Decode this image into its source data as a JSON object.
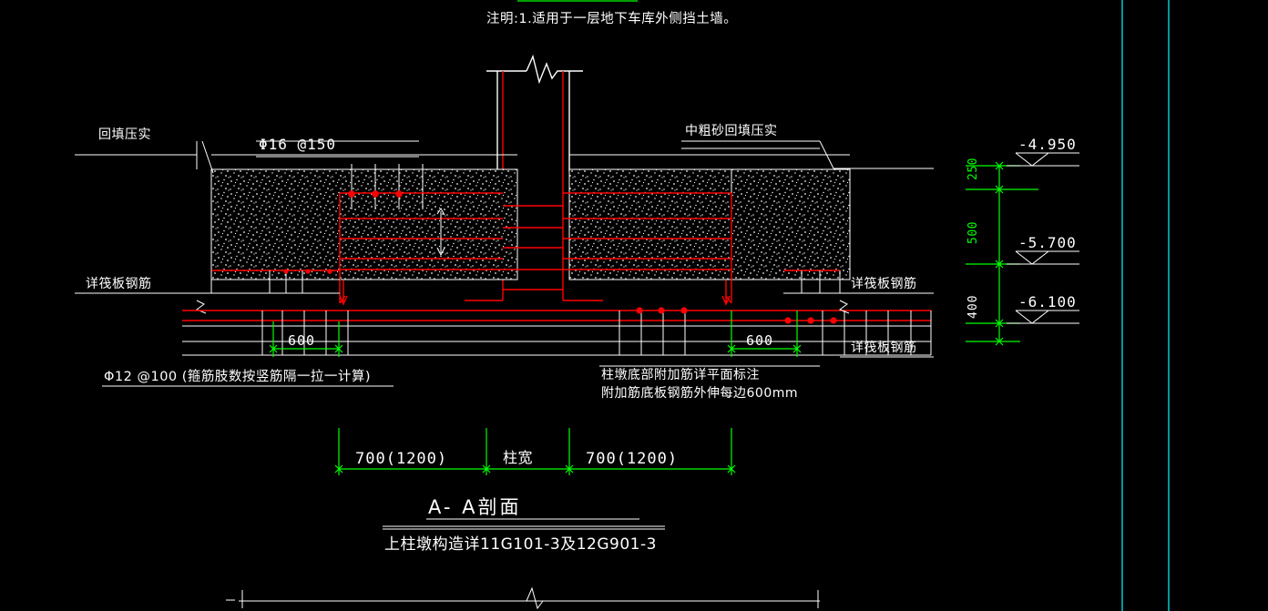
{
  "drawing": {
    "type": "cad-section-detail",
    "background_color": "#000000",
    "note": "注明:1.适用于一层地下车库外侧挡土墙。",
    "title": "A- A剖面",
    "subtitle": "上柱墩构造详11G101-3及12G901-3"
  },
  "labels": {
    "backfill_left": "回填压实",
    "rebar_top_spec": "Φ16 @150",
    "backfill_right": "中粗砂回填压实",
    "raft_rebar_left_upper": "详筏板钢筋",
    "raft_rebar_right_upper": "详筏板钢筋",
    "raft_rebar_right_lower": "详筏板钢筋",
    "stirrup_spec": "Φ12 @100 (箍筋肢数按竖筋隔一拉一计算)",
    "pier_note_line1": "柱墩底部附加筋详平面标注",
    "pier_note_line2": "附加筋底板钢筋外伸每边600mm"
  },
  "dimensions": {
    "horizontal": [
      {
        "value": "600",
        "color": "#ffffff",
        "side": "left"
      },
      {
        "value": "600",
        "color": "#ffffff",
        "side": "right"
      }
    ],
    "bottom_chain": [
      {
        "value": "700(1200)",
        "color": "#ffffff"
      },
      {
        "value": "柱宽",
        "color": "#ffffff"
      },
      {
        "value": "700(1200)",
        "color": "#ffffff"
      }
    ],
    "vertical": [
      {
        "value": "250",
        "color": "#00ff00"
      },
      {
        "value": "500",
        "color": "#00ff00"
      },
      {
        "value": "400",
        "color": "#ffffff"
      }
    ]
  },
  "elevations": [
    {
      "value": "-4.950",
      "color": "#ffffff"
    },
    {
      "value": "-5.700",
      "color": "#ffffff"
    },
    {
      "value": "-6.100",
      "color": "#ffffff"
    }
  ],
  "colors": {
    "background": "#000000",
    "line_white": "#ffffff",
    "line_red": "#ff0000",
    "line_green": "#00ff00",
    "line_cyan": "#00ffff"
  }
}
